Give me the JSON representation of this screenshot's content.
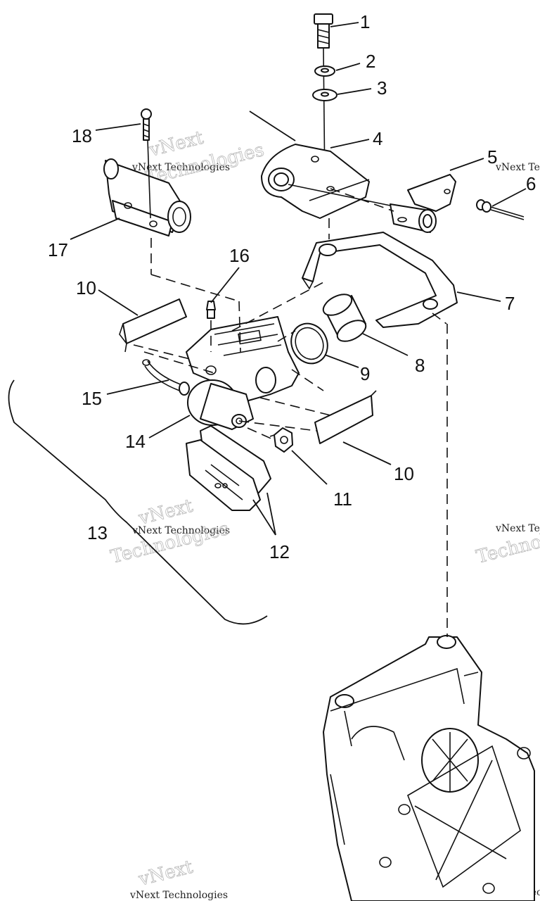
{
  "diagram": {
    "callouts": [
      "1",
      "2",
      "3",
      "4",
      "5",
      "6",
      "7",
      "8",
      "9",
      "10",
      "10",
      "11",
      "12",
      "13",
      "14",
      "15",
      "16",
      "17",
      "18"
    ],
    "watermark": {
      "small_text": "vNext Technologies",
      "large_line1": "vNext",
      "large_line2": "Technologies"
    }
  }
}
